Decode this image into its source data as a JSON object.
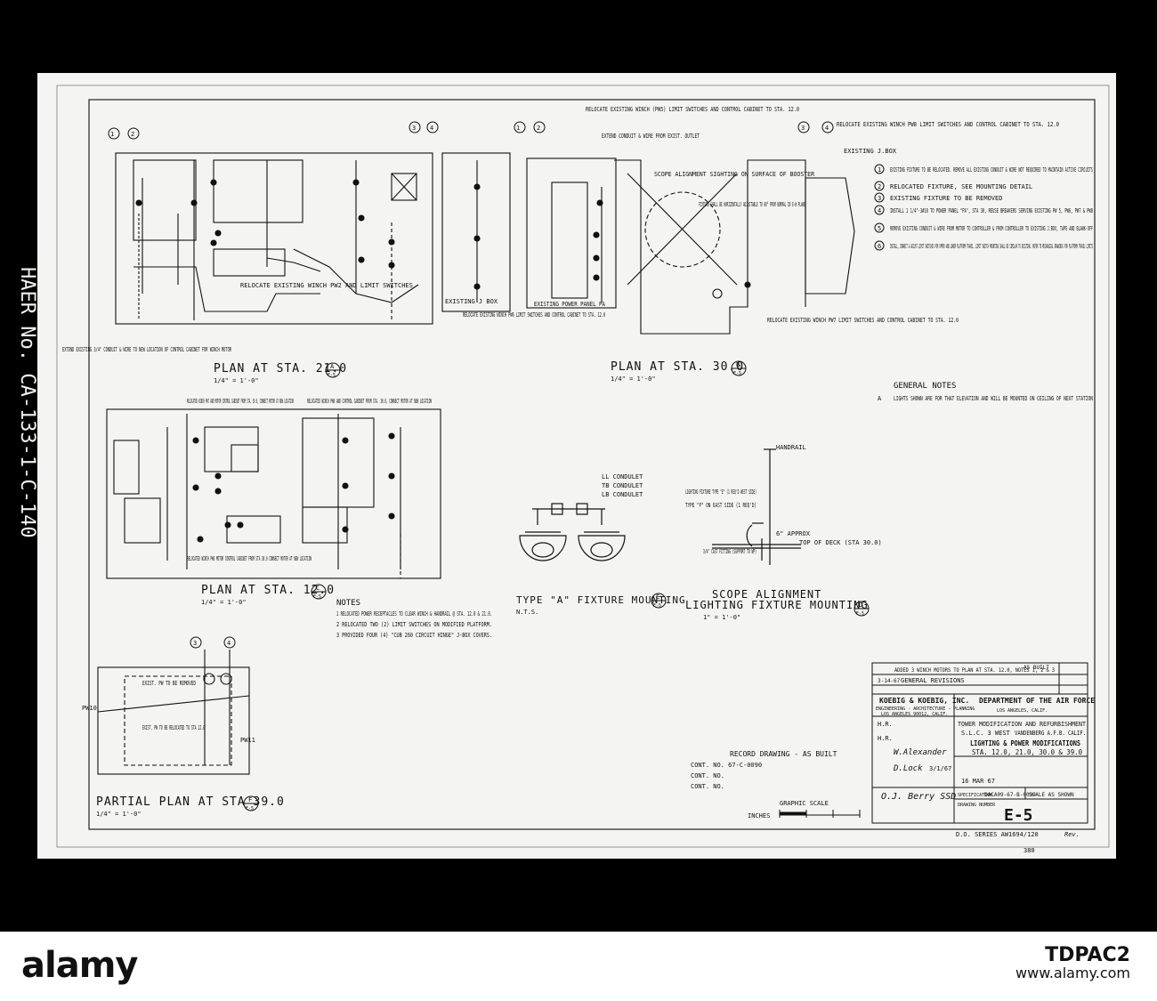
{
  "side_label": "HAER No. CA-133-1-C-140",
  "plans": {
    "sta21": {
      "title": "PLAN AT STA. 21.0",
      "scale": "1/4\" = 1'-0\"",
      "ref_top": "A",
      "ref_bot": "E-5"
    },
    "sta30": {
      "title": "PLAN AT STA. 30.0",
      "scale": "1/4\" = 1'-0\"",
      "ref_top": "B",
      "ref_bot": "E-5"
    },
    "sta12": {
      "title": "PLAN AT STA. 12.0",
      "scale": "1/4\" = 1'-0\"",
      "ref_top": "C",
      "ref_bot": "E-5"
    },
    "sta39": {
      "title": "PARTIAL PLAN AT STA 39.0",
      "scale": "1/4\" = 1'-0\"",
      "ref_top": "F",
      "ref_bot": "E-5"
    },
    "fixture": {
      "title": "TYPE \"A\" FIXTURE MOUNTING",
      "scale": "N.T.S.",
      "ref_top": "E",
      "ref_bot": "E-5"
    },
    "scope": {
      "title": "SCOPE ALIGNMENT",
      "title2": "LIGHTING FIXTURE MOUNTING",
      "scale": "1\" = 1'-0\"",
      "ref_top": "D",
      "ref_bot": "E-5"
    }
  },
  "callouts": {
    "c1": "RELOCATE EXISTING WINCH (PW5) LIMIT SWITCHES AND CONTROL CABINET TO STA. 12.0",
    "c2": "EXTEND CONDUIT & WIRE FROM EXIST. OUTLET",
    "c3": "RELOCATE EXISTING WINCH PW8 LIMIT SWITCHES AND CONTROL CABINET TO STA. 12.0",
    "c4": "EXISTING J.BOX",
    "c5": "SCOPE ALIGNMENT SIGHTING ON SURFACE OF BOOSTER",
    "c6": "FIXTURE SHALL BE HORIZONTALLY ADJUSTABLE TO 60° FROM NORMAL IN E-W PLANE",
    "c7": "RELOCATE EXISTING WINCH PW7 LIMIT SWITCHES AND CONTROL CABINET TO STA. 12.0",
    "c8": "RELOCATE EXISTING WINCH PW6 LIMIT SWITCHES AND CONTROL CABINET TO STA. 12.0",
    "c9": "RELOCATE EXISTING WINCH PW2 AND LIMIT SWITCHES",
    "c10": "RELOCATED WINCH PW7 AND MOTOR CONTROL CABINET FROM STA. 30.0, CONNECT MOTOR AT NEW LOCATION",
    "c11": "RELOCATED WINCH PW8 AND CONTROL CABINET FROM STA. 30.0, CONNECT MOTOR AT NEW LOCATION",
    "c12": "RELOCATED WINCH PW6 MOTOR CONTROL CABINET FROM STA 30.0 CONNECT MOTOR AT NEW LOCATION",
    "c13": "EXTEND EXISTING 3/4\" CONDUIT & WIRE TO NEW LOCATION OF CONTROL CABINET FOR WINCH MOTOR",
    "c14": "EXIST. PW TO BE REMOVED",
    "c15": "EXIST. PW TO BE RELOCATED TO STA 12.0",
    "c16": "LL CONDULET",
    "c17": "TB CONDULET",
    "c18": "LB CONDULET",
    "c19": "HANDRAIL",
    "c20": "LIGHTING FIXTURE TYPE \"E\" (1 REQ'D WEST SIDE)",
    "c21": "TYPE \"F\" ON EAST SIDE (1 REQ'D)",
    "c22": "TOP OF DECK (STA 30.0)",
    "c23": "6\" APPROX",
    "c24": "3/4\" CAST FITTING (SUPPORT TO WP)",
    "c25": "EXISTING POWER PANEL PA",
    "c26": "EXISTING J BOX"
  },
  "legend": [
    {
      "num": "1",
      "text": "EXISTING FIXTURE TO BE RELOCATED. REMOVE ALL EXISTING CONDUIT & WIRE NOT REQUIRED TO MAINTAIN ACTIVE CIRCUITS"
    },
    {
      "num": "2",
      "text": "RELOCATED FIXTURE, SEE MOUNTING DETAIL"
    },
    {
      "num": "3",
      "text": "EXISTING FIXTURE TO BE REMOVED"
    },
    {
      "num": "4",
      "text": "INSTALL 1 1/4\"-3#10 TO POWER PANEL \"PA\", STA 30, REUSE BREAKERS SERVING EXISTING PW 5, PW6, PW7 & PW8"
    },
    {
      "num": "5",
      "text": "REMOVE EXISTING CONDUIT & WIRE FROM MOTOR TO CONTROLLER & FROM CONTROLLER TO EXISTING J.BOX, TAPE AND BLANK-OFF"
    },
    {
      "num": "6",
      "text": "INSTALL, CONNECT & ADJUST LIMIT SWITCHES FOR UPPER AND LOWER PLATFORM TRAVEL. LIMIT SWITCH MOUNTING SHALL BE SIMILAR TO EXISTING. REFER TO MECHANICAL DRAWINGS FOR PLATFORM TRAVEL LIMITS"
    }
  ],
  "general_notes": {
    "heading": "GENERAL NOTES",
    "mark": "A",
    "text": "LIGHTS SHOWN ARE FOR THAT ELEVATION AND WILL BE MOUNTED ON CEILING OF NEXT STATION"
  },
  "notes": {
    "heading": "NOTES",
    "items": [
      "1  RELOCATED POWER RECEPTACLES TO CLEAR WINCH & HANDRAIL @ STA. 12.0 & 21.0.",
      "2  RELOCATED TWO (2) LIMIT SWITCHES ON MODIFIED PLATFORM.",
      "3  PROVIDED FOUR (4) \"CUB 260 CIRCUIT HINGE\" J-BOX COVERS."
    ]
  },
  "title_block": {
    "rev1": "ADDED 3 WINCH MOTORS TO PLAN AT STA. 12.0, NOTES 1, 2 & 3",
    "rev2": "GENERAL REVISIONS",
    "rev_date": "3-14-67",
    "as_built": "AS BUILT",
    "firm": "KOEBIG & KOEBIG, INC.",
    "firm_sub": "ENGINEERING - ARCHITECTURE - PLANNING",
    "firm_addr": "LOS ANGELES 90012, CALIF.",
    "dept": "DEPARTMENT OF THE AIR FORCE",
    "dept_sub": "LOS ANGELES, CALIF.",
    "project": "TOWER MODIFICATION AND REFURBISHMENT",
    "site": "S.L.C. 3 WEST",
    "base": "VANDENBERG A.F.B. CALIF.",
    "sheet_title": "LIGHTING & POWER MODIFICATIONS",
    "stations": "STA. 12.0, 21.0, 30.0 & 39.0",
    "spec": "DACA09-67-B-0039",
    "spec_label": "SPECIFICATION",
    "scale_label": "SCALE AS SHOWN",
    "drawing_number_label": "DRAWING NUMBER",
    "drawing_number": "E-5",
    "series": "D.O. SERIES AW1694/120",
    "rev_mark": "Rev.",
    "page": "380",
    "designed": "H.R.",
    "drawn": "H.R.",
    "checked": "W.Alexander",
    "submitted": "D.Lock",
    "signature_date": "3/1/67",
    "approved": "O.J. Berry SSD",
    "approved_date": "16 MAR 67"
  },
  "record": {
    "heading": "RECORD DRAWING - AS BUILT",
    "cont1": "CONT. NO. 67-C-0090",
    "cont_blank": "CONT. NO.",
    "graphic_scale": "GRAPHIC SCALE",
    "inches": "INCHES"
  },
  "stock": {
    "logo": "alamy",
    "code": "TDPAC2",
    "site": "www.alamy.com"
  }
}
